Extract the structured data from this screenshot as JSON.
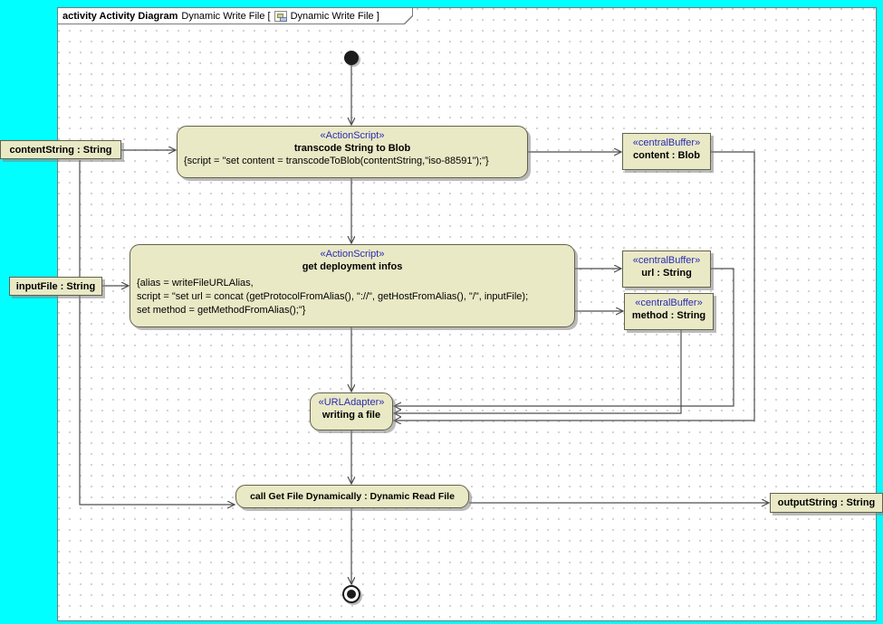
{
  "frame": {
    "tab": {
      "kind": "activity Activity Diagram",
      "diagram_name": "Dynamic Write File [",
      "diagram_name_close": "Dynamic Write File ]"
    }
  },
  "nodes": {
    "transcode": {
      "stereotype": "«ActionScript»",
      "name": "transcode String to Blob",
      "script": "{script = \"set content = transcodeToBlob(contentString,\"iso-88591\");\"}"
    },
    "deploy": {
      "stereotype": "«ActionScript»",
      "name": "get deployment infos",
      "script_lines": [
        "{alias = writeFileURLAlias,",
        "script = \"set url = concat (getProtocolFromAlias(), \"://\", getHostFromAlias(), \"/\", inputFile);",
        "set method = getMethodFromAlias();\"}"
      ]
    },
    "url_adapter": {
      "stereotype": "«URLAdapter»",
      "name": "writing a file"
    },
    "call_behavior": {
      "name": "call Get File Dynamically : Dynamic Read File"
    },
    "buffer_content": {
      "stereotype": "«centralBuffer»",
      "name": "content : Blob"
    },
    "buffer_url": {
      "stereotype": "«centralBuffer»",
      "name": "url : String"
    },
    "buffer_method": {
      "stereotype": "«centralBuffer»",
      "name": "method : String"
    },
    "param_content_string": {
      "label": "contentString : String"
    },
    "param_input_file": {
      "label": "inputFile : String"
    },
    "param_output_string": {
      "label": "outputString : String"
    }
  },
  "colors": {
    "background": "#00FFFF",
    "node_fill": "#E9E9C6",
    "node_border": "#62624C",
    "stereotype_text": "#2B2BB4",
    "connector": "#4D4D4D"
  }
}
